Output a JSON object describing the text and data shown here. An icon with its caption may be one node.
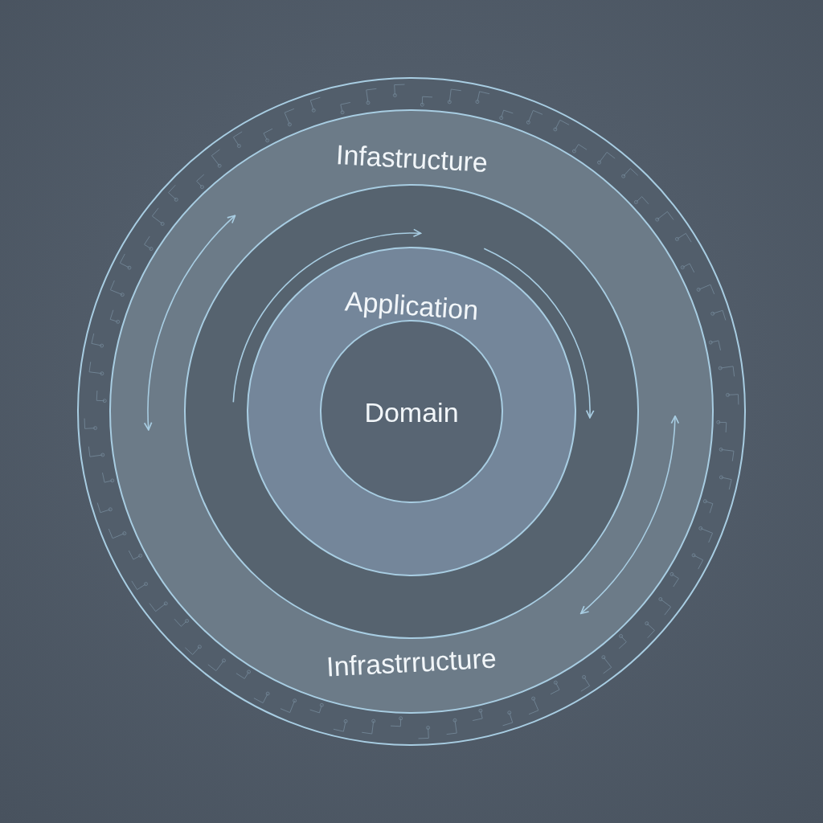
{
  "diagram": {
    "nodes": [
      {
        "text": [],
        "shape": "circle"
      },
      {
        "text": [
          "Infastructure",
          "Infrastrructure"
        ],
        "in": 0
      },
      {
        "text": [],
        "shape": "circle",
        "in": 1
      },
      {
        "text": [
          "Application"
        ],
        "in": 2
      },
      {
        "text": [
          "Domain"
        ],
        "in": 3
      }
    ]
  }
}
